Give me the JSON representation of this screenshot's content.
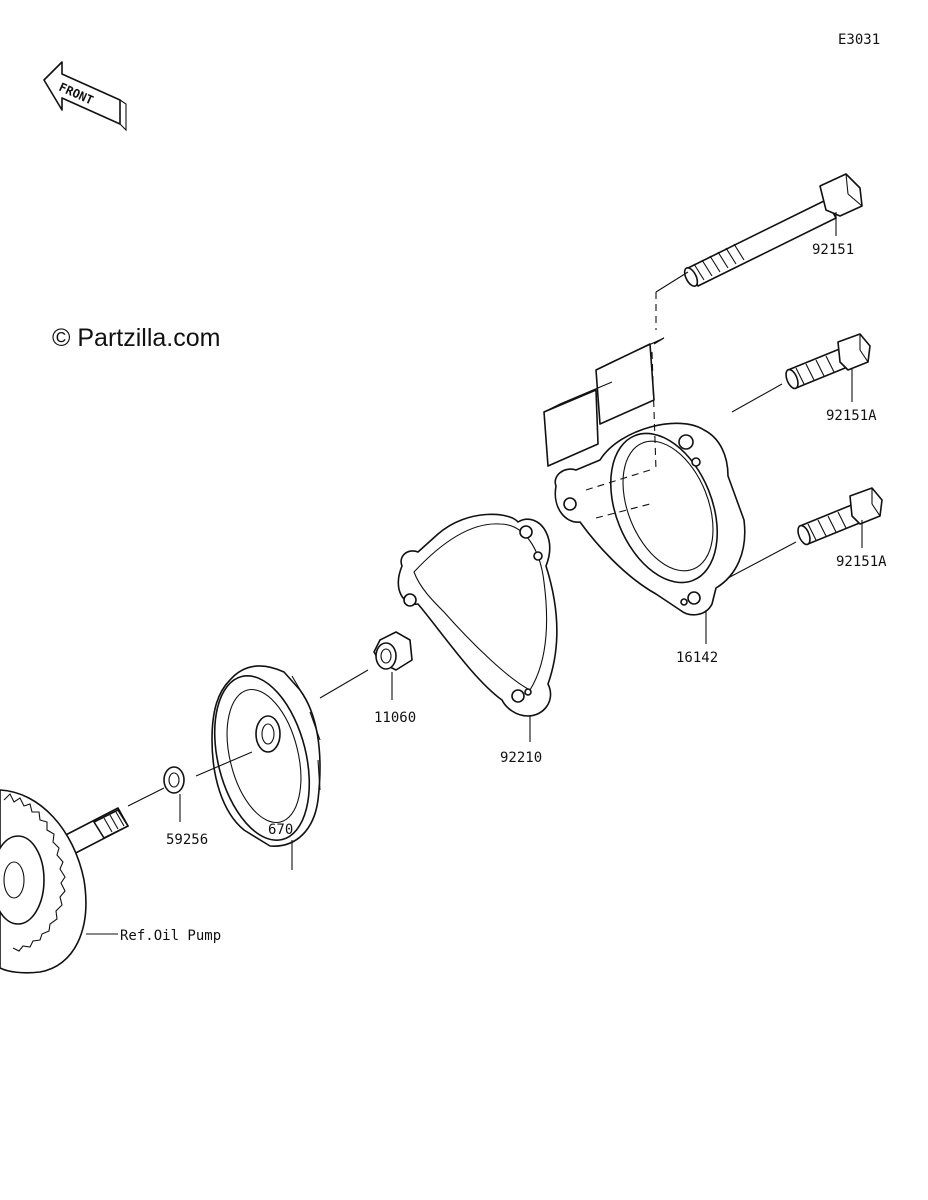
{
  "diagram_code": "E3031",
  "watermark": "© Partzilla.com",
  "front_label": "FRONT",
  "parts": [
    {
      "id": "bolt-long",
      "number": "92151"
    },
    {
      "id": "bolt-upper",
      "number": "92151A"
    },
    {
      "id": "bolt-lower",
      "number": "92151A"
    },
    {
      "id": "pump-cover",
      "number": "16142"
    },
    {
      "id": "nut",
      "number": "92210"
    },
    {
      "id": "gasket",
      "number": "11060"
    },
    {
      "id": "washer",
      "number": "670"
    },
    {
      "id": "impeller",
      "number": "59256"
    }
  ],
  "reference": "Ref.Oil Pump"
}
